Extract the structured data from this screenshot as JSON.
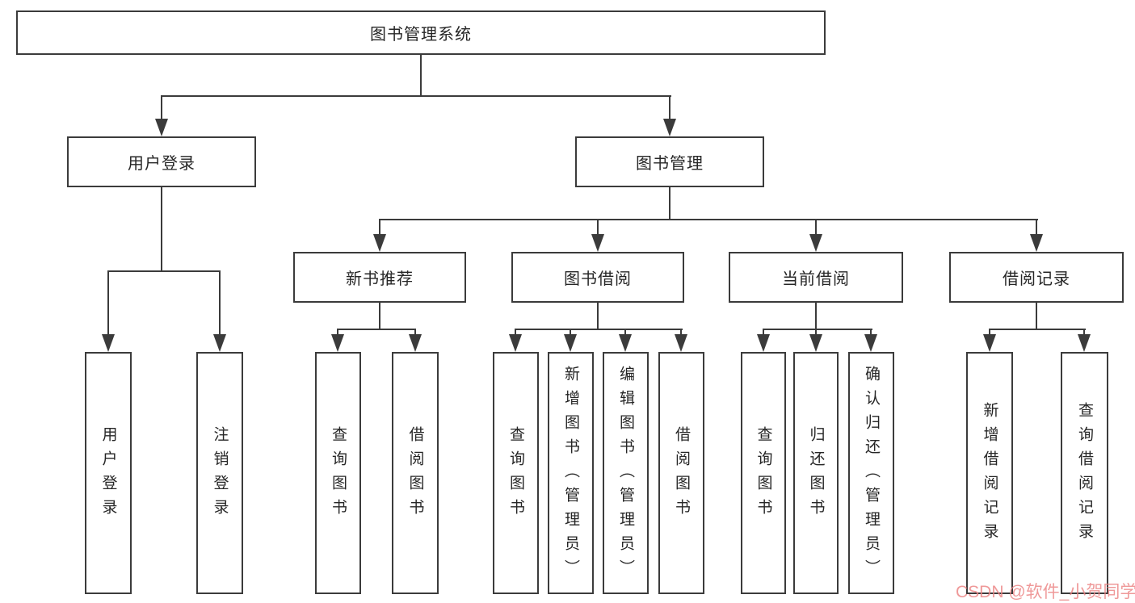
{
  "nodes": {
    "root": {
      "label": "图书管理系统"
    },
    "user_login": {
      "label": "用户登录"
    },
    "book_mgmt": {
      "label": "图书管理"
    },
    "new_book_rec": {
      "label": "新书推荐"
    },
    "book_borrow": {
      "label": "图书借阅"
    },
    "current_borrow": {
      "label": "当前借阅"
    },
    "borrow_records": {
      "label": "借阅记录"
    },
    "leaf_user_login": {
      "label": "用户登录"
    },
    "leaf_logout": {
      "label": "注销登录"
    },
    "leaf_query_books_rec": {
      "label": "查询图书"
    },
    "leaf_borrow_books_rec": {
      "label": "借阅图书"
    },
    "leaf_query_books_borrow": {
      "label": "查询图书"
    },
    "leaf_add_books": {
      "label": "新增图书（管理员）"
    },
    "leaf_edit_books": {
      "label": "编辑图书（管理员）"
    },
    "leaf_borrow_books": {
      "label": "借阅图书"
    },
    "leaf_query_books_current": {
      "label": "查询图书"
    },
    "leaf_return_books": {
      "label": "归还图书"
    },
    "leaf_confirm_return": {
      "label": "确认归还（管理员）"
    },
    "leaf_add_borrow_record": {
      "label": "新增借阅记录"
    },
    "leaf_query_borrow_record": {
      "label": "查询借阅记录"
    }
  },
  "hierarchy": {
    "图书管理系统": {
      "用户登录": [
        "用户登录",
        "注销登录"
      ],
      "图书管理": {
        "新书推荐": [
          "查询图书",
          "借阅图书"
        ],
        "图书借阅": [
          "查询图书",
          "新增图书（管理员）",
          "编辑图书（管理员）",
          "借阅图书"
        ],
        "当前借阅": [
          "查询图书",
          "归还图书",
          "确认归还（管理员）"
        ],
        "借阅记录": [
          "新增借阅记录",
          "查询借阅记录"
        ]
      }
    }
  },
  "watermark": {
    "text": "CSDN @软件_小贺同学",
    "color": "#ec8282"
  },
  "colors": {
    "line": "#3b3b3b",
    "box_border": "#3b3b3b",
    "text": "#262626",
    "background": "#ffffff"
  }
}
